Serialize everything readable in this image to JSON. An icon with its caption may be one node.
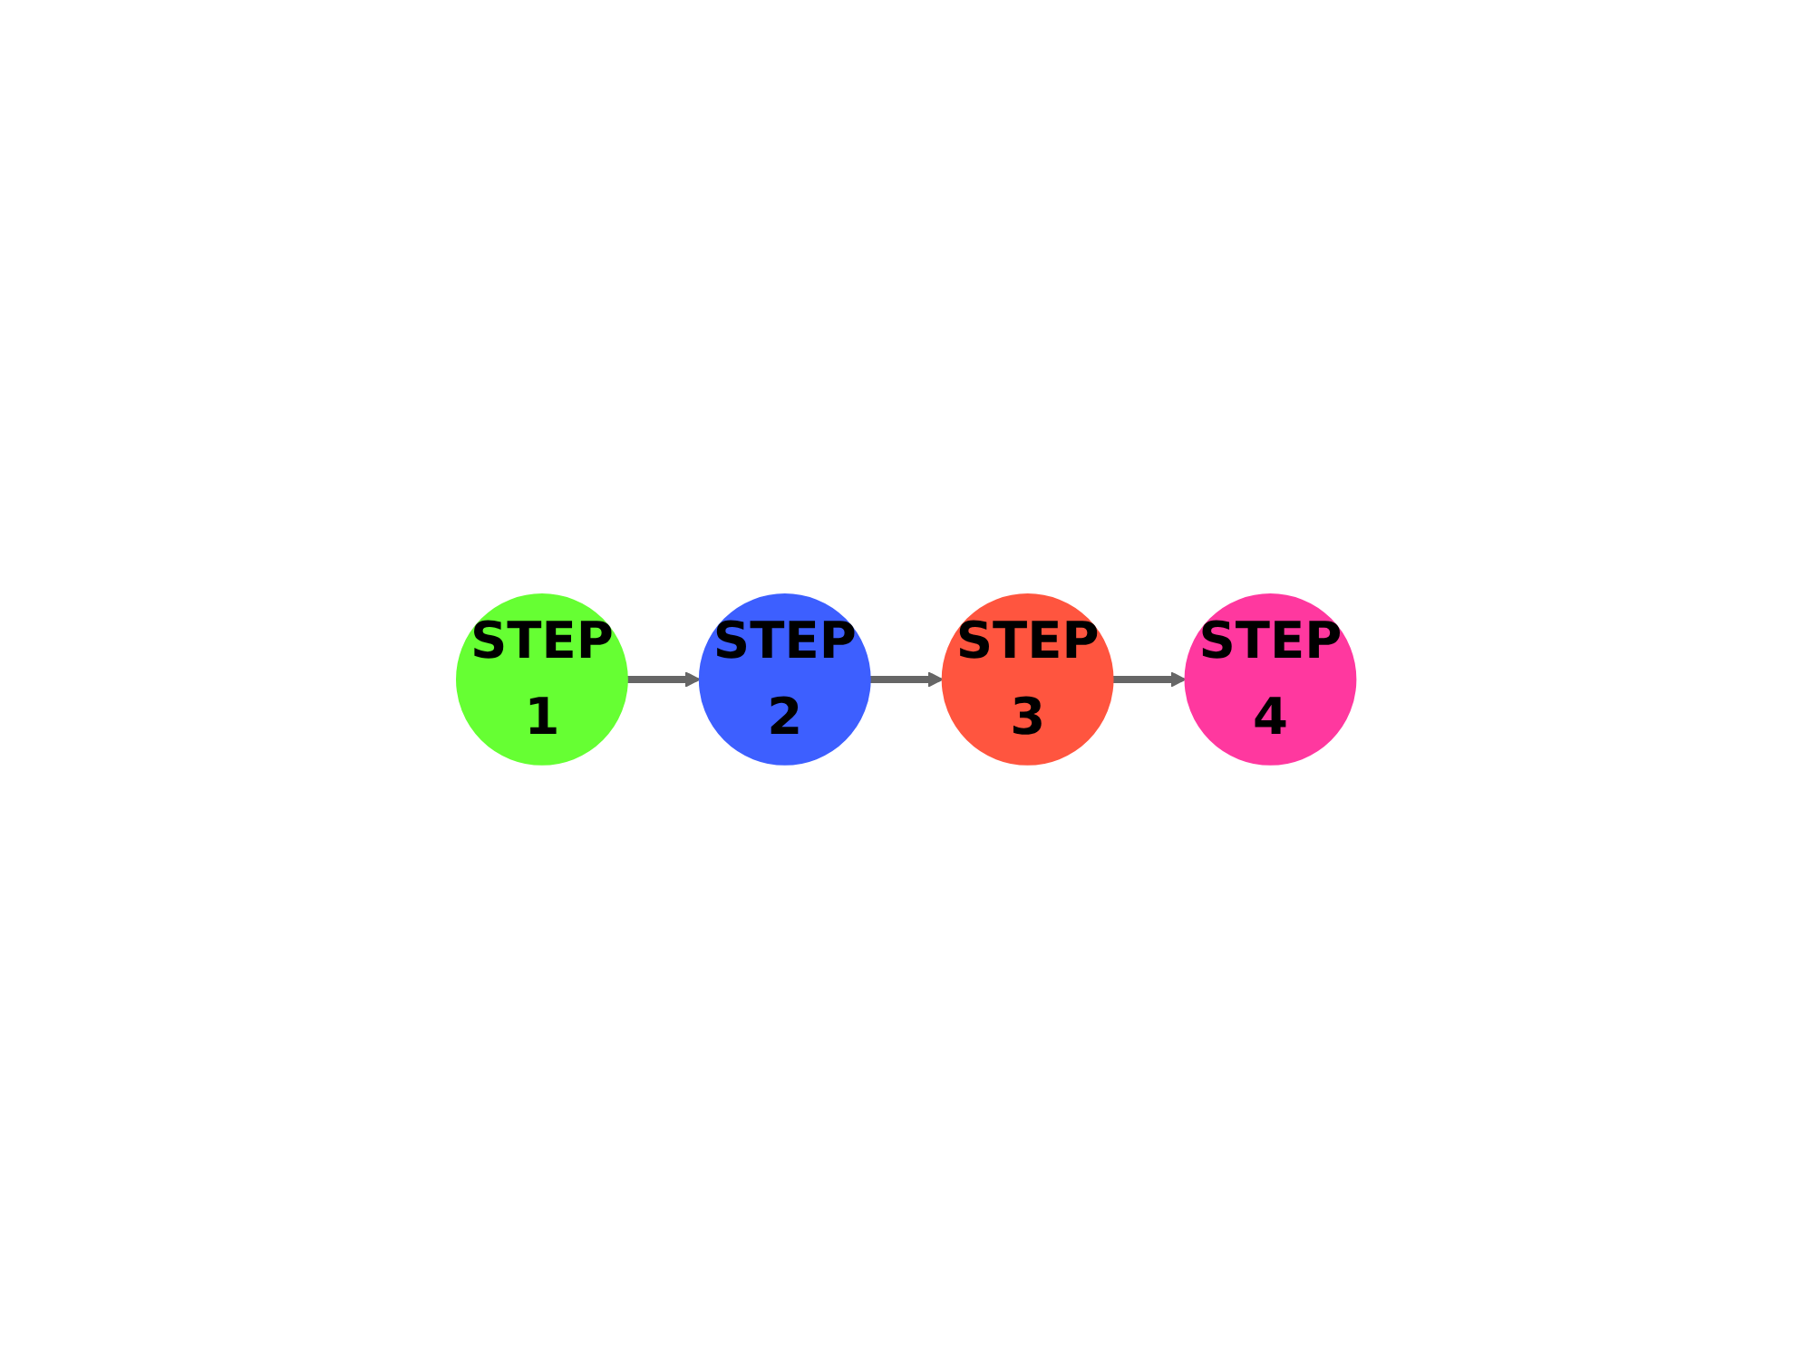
{
  "diagram": {
    "nodes": [
      {
        "text": [
          "STEP 1"
        ]
      },
      {
        "text": [
          "STEP 2"
        ]
      },
      {
        "text": [
          "STEP 3"
        ]
      },
      {
        "text": [
          "STEP 4"
        ]
      }
    ],
    "edges": [
      {
        "from": 0,
        "to": 1,
        "arrow": "to"
      },
      {
        "from": 1,
        "to": 2,
        "arrow": "to"
      },
      {
        "from": 2,
        "to": 3,
        "arrow": "to"
      }
    ]
  }
}
